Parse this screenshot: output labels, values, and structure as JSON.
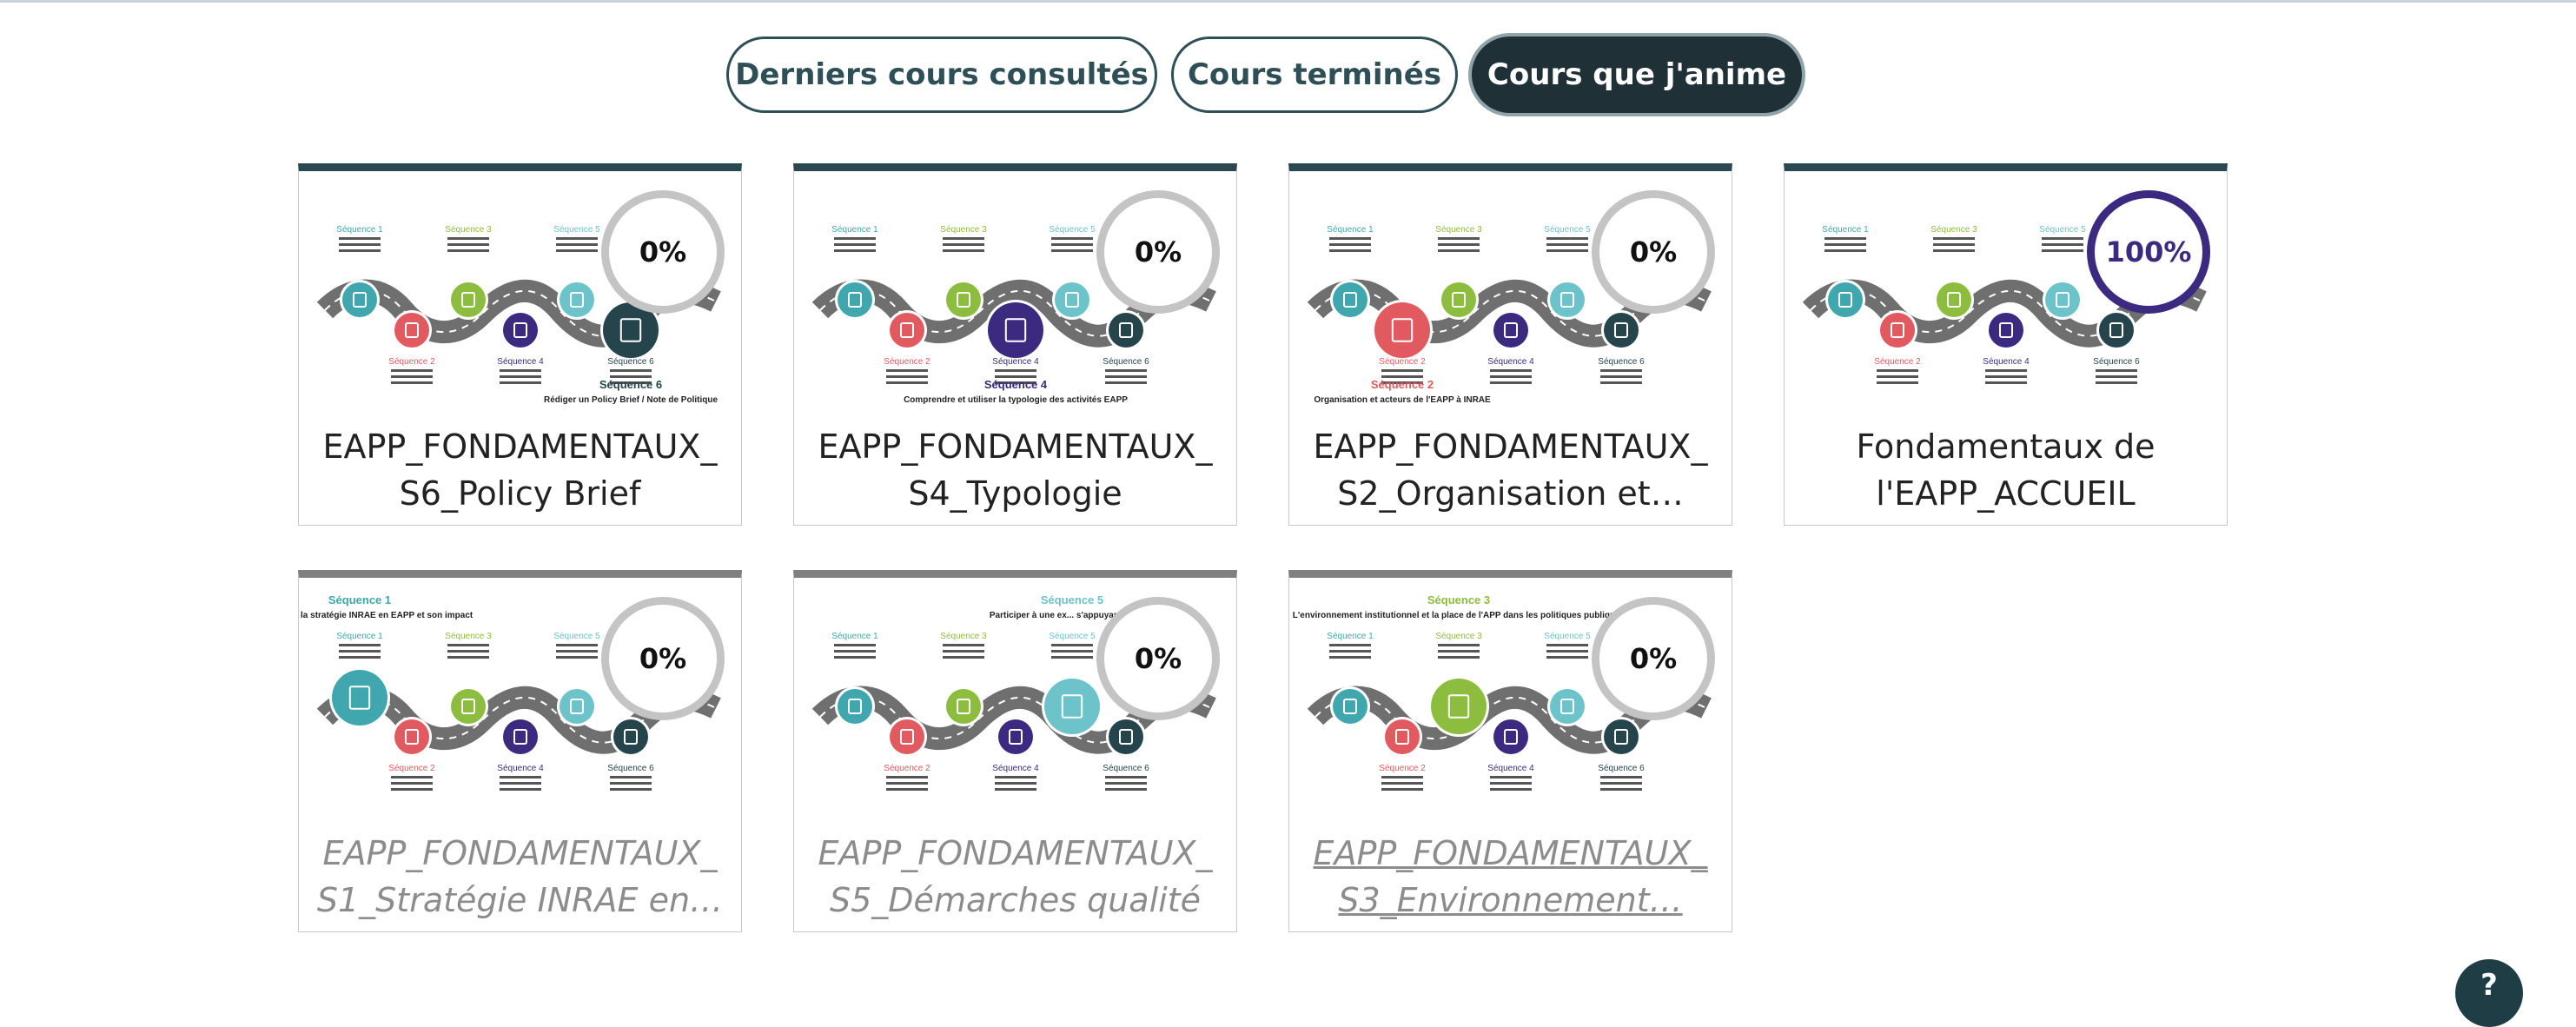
{
  "tabs": [
    {
      "label": "Derniers cours consultés",
      "active": false
    },
    {
      "label": "Cours terminés",
      "active": false
    },
    {
      "label": "Cours que j'anime",
      "active": true
    }
  ],
  "courses": [
    {
      "line1": "EAPP_FONDAMENTAUX_",
      "line2": "S6_Policy Brief",
      "progress": "0%",
      "highlight": "Séquence 6",
      "highlight_text": "Rédiger un Policy Brief / Note de Politique"
    },
    {
      "line1": "EAPP_FONDAMENTAUX_",
      "line2": "S4_Typologie",
      "progress": "0%",
      "highlight": "Séquence 4",
      "highlight_text": "Comprendre et utiliser la typologie des activités EAPP"
    },
    {
      "line1": "EAPP_FONDAMENTAUX_",
      "line2": "S2_Organisation et…",
      "progress": "0%",
      "highlight": "Séquence 2",
      "highlight_text": "Organisation et acteurs de l'EAPP à INRAE"
    },
    {
      "line1": "Fondamentaux de",
      "line2": "l'EAPP_ACCUEIL",
      "progress": "100%"
    },
    {
      "line1": "EAPP_FONDAMENTAUX_",
      "line2": "S1_Stratégie INRAE en…",
      "progress": "0%",
      "highlight": "Séquence 1",
      "highlight_text": "Comprendre la stratégie INRAE en EAPP et son impact"
    },
    {
      "line1": "EAPP_FONDAMENTAUX_",
      "line2": "S5_Démarches qualité",
      "progress": "0%",
      "highlight": "Séquence 5",
      "highlight_text": "Participer à une ex... s'appuyant sur le..."
    },
    {
      "line1": "EAPP_FONDAMENTAUX_",
      "line2": "S3_Environnement…",
      "progress": "0%",
      "highlight": "Séquence 3",
      "highlight_text": "L'environnement institutionnel et la place de l'APP dans les politiques publiques"
    }
  ],
  "roadmap": {
    "s1": "Séquence 1",
    "s2": "Séquence 2",
    "s3": "Séquence 3",
    "s4": "Séquence 4",
    "s5": "Séquence 5",
    "s6": "Séquence 6"
  },
  "help_label": "?"
}
